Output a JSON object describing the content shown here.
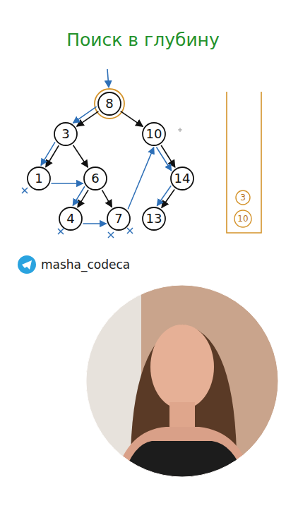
{
  "diagram": {
    "title": "Поиск в глубину",
    "nodes": [
      {
        "text": [
          "8"
        ]
      },
      {
        "text": [
          "3"
        ]
      },
      {
        "text": [
          "10"
        ]
      },
      {
        "text": [
          "1"
        ]
      },
      {
        "text": [
          "6"
        ]
      },
      {
        "text": [
          "14"
        ]
      },
      {
        "text": [
          "4"
        ]
      },
      {
        "text": [
          "7"
        ]
      },
      {
        "text": [
          "13"
        ]
      },
      {
        "text": [
          "3"
        ]
      },
      {
        "text": [
          "10"
        ]
      }
    ],
    "edges": [
      {
        "from": 0,
        "to": 1,
        "arrow": "to"
      },
      {
        "from": 0,
        "to": 2,
        "arrow": "to"
      },
      {
        "from": 1,
        "to": 3,
        "arrow": "to"
      },
      {
        "from": 1,
        "to": 4,
        "arrow": "to"
      },
      {
        "from": 4,
        "to": 6,
        "arrow": "to"
      },
      {
        "from": 4,
        "to": 7,
        "arrow": "to"
      },
      {
        "from": 2,
        "to": 5,
        "arrow": "to"
      },
      {
        "from": 5,
        "to": 8,
        "arrow": "to"
      },
      {
        "from": 0,
        "to": 1,
        "arrow": "to"
      },
      {
        "from": 1,
        "to": 3,
        "arrow": "to"
      },
      {
        "from": 3,
        "to": 4,
        "arrow": "to"
      },
      {
        "from": 4,
        "to": 6,
        "arrow": "to"
      },
      {
        "from": 6,
        "to": 7,
        "arrow": "to"
      },
      {
        "from": 7,
        "to": 2,
        "arrow": "to"
      },
      {
        "from": 2,
        "to": 5,
        "arrow": "to"
      },
      {
        "from": 5,
        "to": 8,
        "arrow": "to"
      }
    ],
    "labels": [
      "masha_codeca"
    ]
  }
}
